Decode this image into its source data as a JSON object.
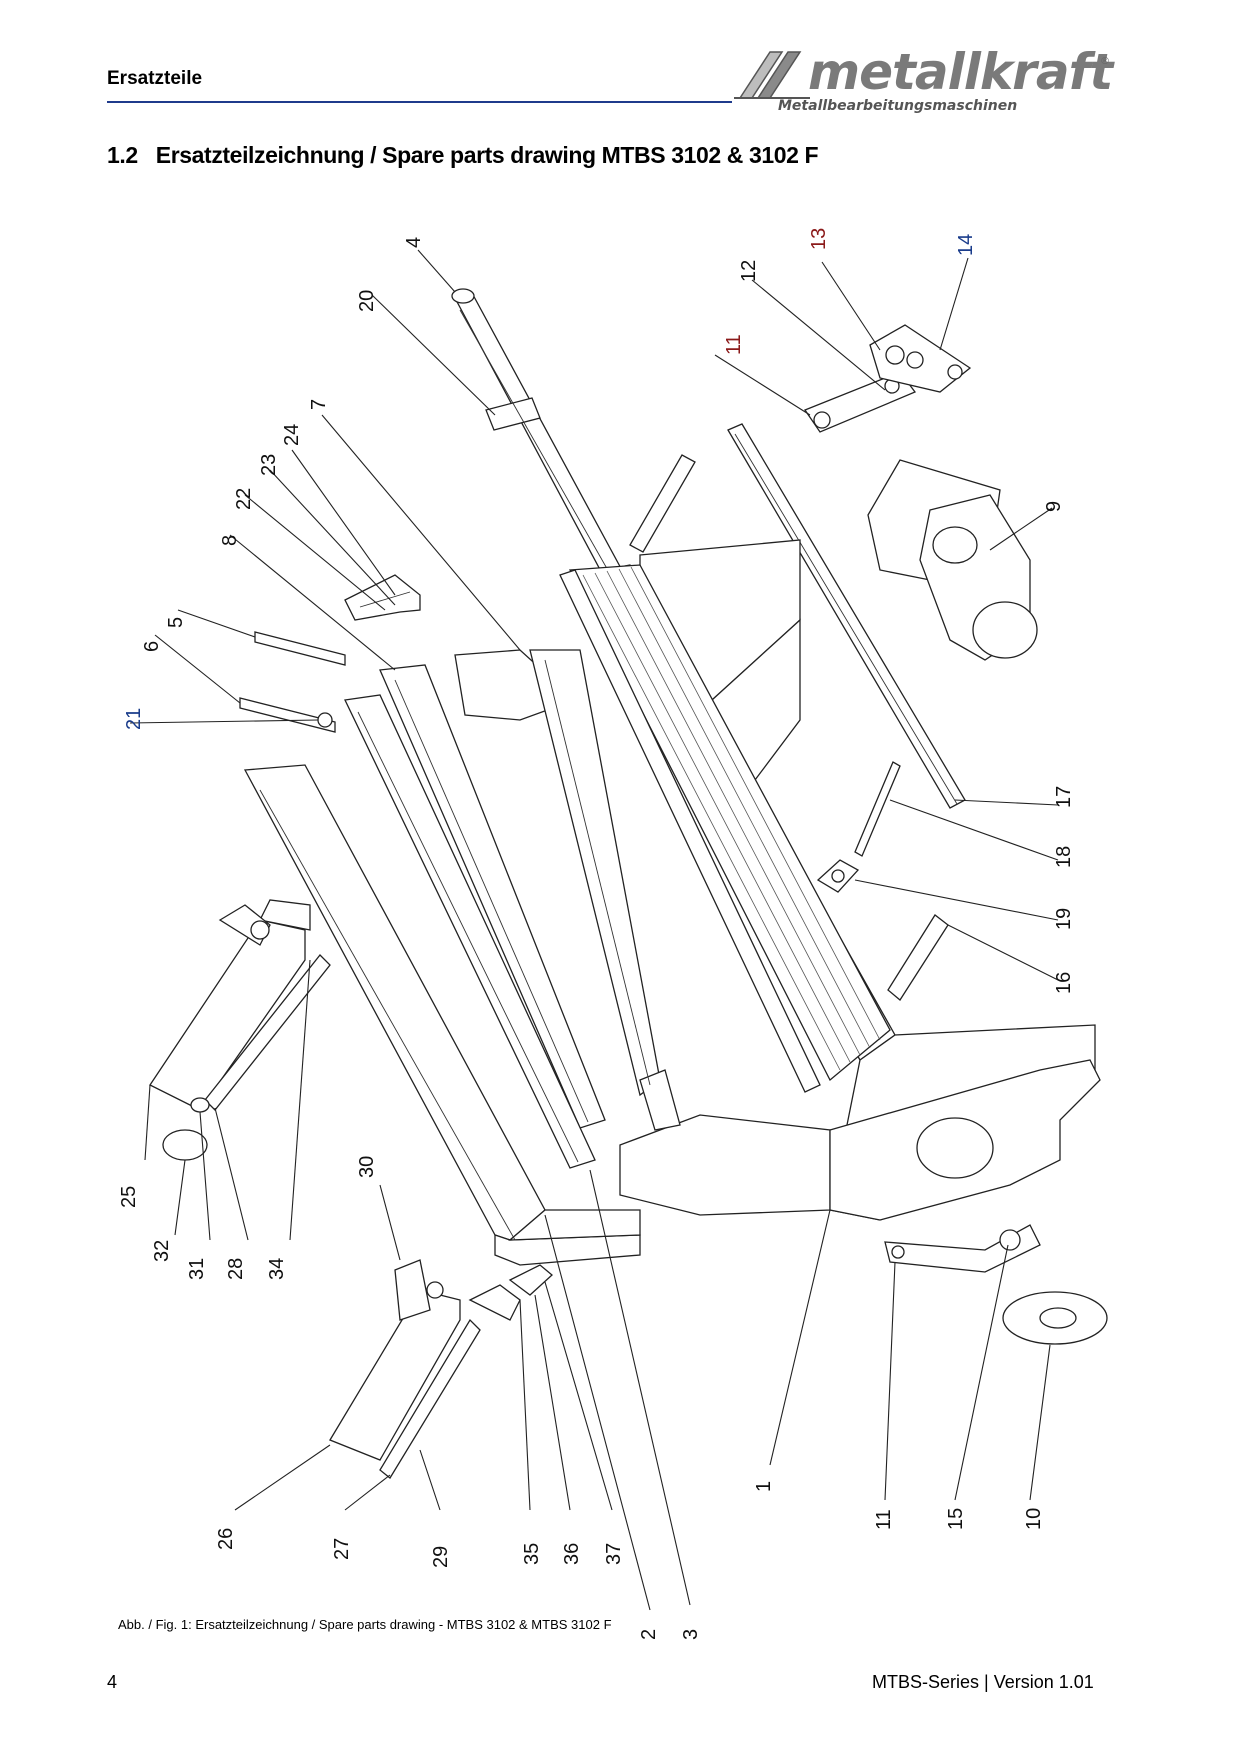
{
  "header": {
    "title": "Ersatzteile",
    "logo": {
      "name": "metallkraft",
      "registered": "®",
      "subtitle": "Metallbearbeitungsmaschinen"
    }
  },
  "section": {
    "number": "1.2",
    "title": "Ersatzteilzeichnung / Spare parts drawing MTBS 3102 & 3102 F"
  },
  "drawing": {
    "part_labels": {
      "p1": "1",
      "p2": "2",
      "p3": "3",
      "p4": "4",
      "p5": "5",
      "p6": "6",
      "p7": "7",
      "p8": "8",
      "p9": "9",
      "p10": "10",
      "p11a": "11",
      "p11b": "11",
      "p12": "12",
      "p13": "13",
      "p14": "14",
      "p15": "15",
      "p16": "16",
      "p17": "17",
      "p18": "18",
      "p19": "19",
      "p20": "20",
      "p21": "21",
      "p22": "22",
      "p23": "23",
      "p24": "24",
      "p25": "25",
      "p26": "26",
      "p27": "27",
      "p28": "28",
      "p29": "29",
      "p30": "30",
      "p31": "31",
      "p32": "32",
      "p34": "34",
      "p35": "35",
      "p36": "36",
      "p37": "37"
    }
  },
  "caption": "Abb. / Fig. 1: Ersatzteilzeichnung / Spare parts drawing -   MTBS 3102 & MTBS 3102 F",
  "footer": {
    "page_number": "4",
    "version": "MTBS-Series | Version 1.01"
  },
  "colors": {
    "header_rule": "#1f3b8c",
    "logo_gray": "#7a7a7a"
  }
}
